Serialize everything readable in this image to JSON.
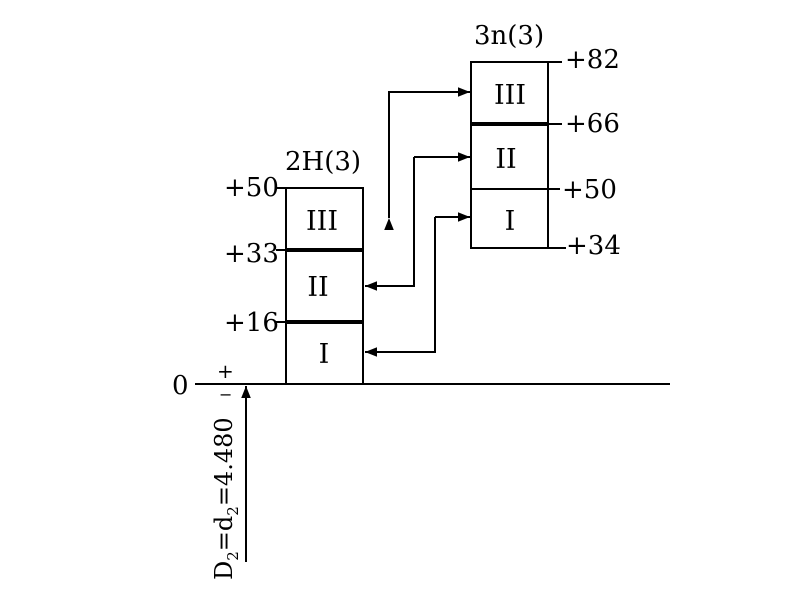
{
  "zero_line": {
    "zero_label": "0",
    "plus_sign": "+",
    "minus_sign": "−"
  },
  "dimension": {
    "main": "D",
    "sub1": "2",
    "eq1": "=d",
    "sub2": "2",
    "eq2": "=4.480"
  },
  "hole_zone": {
    "title": "2H(3)",
    "grades": [
      "I",
      "II",
      "III"
    ],
    "limits": [
      "+16",
      "+33",
      "+50"
    ]
  },
  "shaft_zone": {
    "title": "3n(3)",
    "grades": [
      "I",
      "II",
      "III"
    ],
    "limits": [
      "+34",
      "+50",
      "+66",
      "+82"
    ]
  }
}
